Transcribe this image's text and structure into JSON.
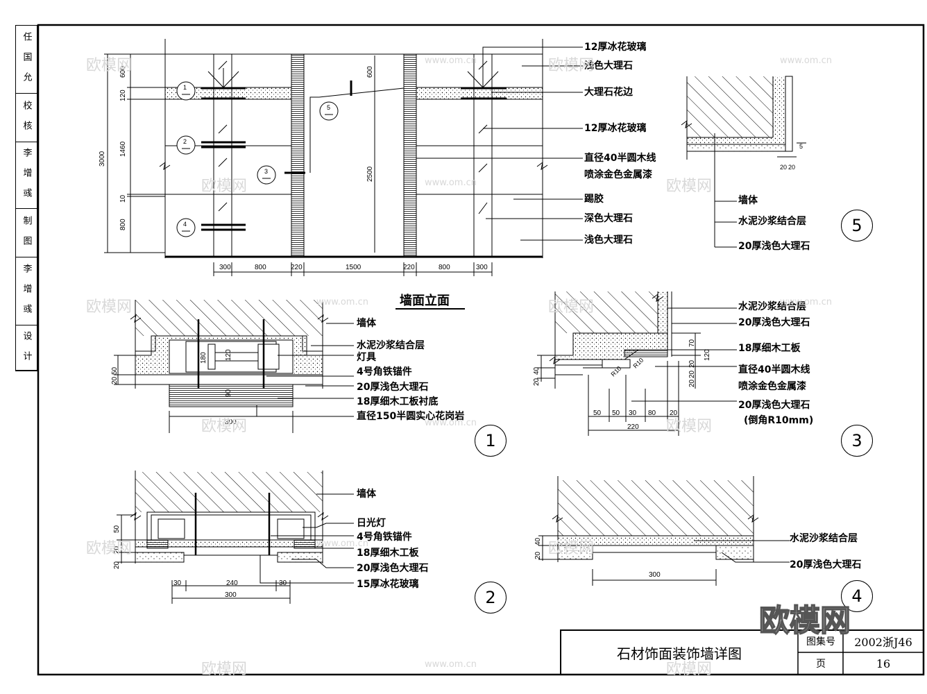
{
  "sign_strip": [
    "设 计",
    "李 增 彧",
    "制 图",
    "李 增 彧",
    "校 核",
    "任 国 允"
  ],
  "elevation": {
    "title": "墙面立面",
    "total_height": "3000",
    "heights": [
      "600",
      "120",
      "1460",
      "10",
      "800"
    ],
    "middle_height_top": "600",
    "middle_height": "2500",
    "bottom_dims": [
      "300",
      "800",
      "220",
      "1500",
      "220",
      "800",
      "300"
    ],
    "callouts": [
      "1",
      "2",
      "3",
      "4",
      "5"
    ],
    "labels": [
      "12厚冰花玻璃",
      "浅色大理石",
      "大理石花边",
      "12厚冰花玻璃",
      "直径40半圆木线",
      "喷涂金色金属漆",
      "踢胶",
      "深色大理石",
      "浅色大理石"
    ]
  },
  "detail1": {
    "number": "1",
    "labels": [
      "墙体",
      "水泥沙浆结合层",
      "灯具",
      "4号角铁锚件",
      "20厚浅色大理石",
      "18厚细木工板衬底",
      "直径150半圆实心花岗岩"
    ],
    "dims_left": [
      "50",
      "20"
    ],
    "dims_inner": [
      "180",
      "120",
      "90"
    ],
    "dim_bottom": "300"
  },
  "detail2": {
    "number": "2",
    "labels": [
      "墙体",
      "日光灯",
      "4号角铁锚件",
      "18厚细木工板",
      "20厚浅色大理石",
      "15厚冰花玻璃"
    ],
    "dims_left": [
      "50",
      "20",
      "20"
    ],
    "dims_bottom": [
      "30",
      "240",
      "30"
    ],
    "dim_total": "300"
  },
  "detail3": {
    "number": "3",
    "labels": [
      "水泥沙浆结合层",
      "20厚浅色大理石",
      "18厚细木工板",
      "直径40半圆木线",
      "喷涂金色金属漆",
      "20厚浅色大理石",
      "(倒角R10mm)"
    ],
    "dims_left": [
      "40",
      "20"
    ],
    "dims_bottom": [
      "50",
      "50",
      "30",
      "80",
      "20"
    ],
    "dim_total": "220",
    "dims_right": [
      "70",
      "120",
      "20",
      "20",
      "20"
    ],
    "radii": [
      "R10",
      "R10"
    ]
  },
  "detail4": {
    "number": "4",
    "labels": [
      "水泥沙浆结合层",
      "20厚浅色大理石"
    ],
    "dims_left": [
      "40",
      "20"
    ],
    "dim_bottom": "300"
  },
  "detail5": {
    "number": "5",
    "labels": [
      "墙体",
      "水泥沙浆结合层",
      "20厚浅色大理石"
    ],
    "dims": [
      "20",
      "20",
      "5"
    ]
  },
  "title_block": {
    "drawing_title": "石材饰面装饰墙详图",
    "atlas_label": "图集号",
    "atlas_no": "2002浙J46",
    "page_label": "页",
    "page_no": "16"
  },
  "watermark": {
    "logo": "欧模网",
    "url": "www.om.cn"
  }
}
